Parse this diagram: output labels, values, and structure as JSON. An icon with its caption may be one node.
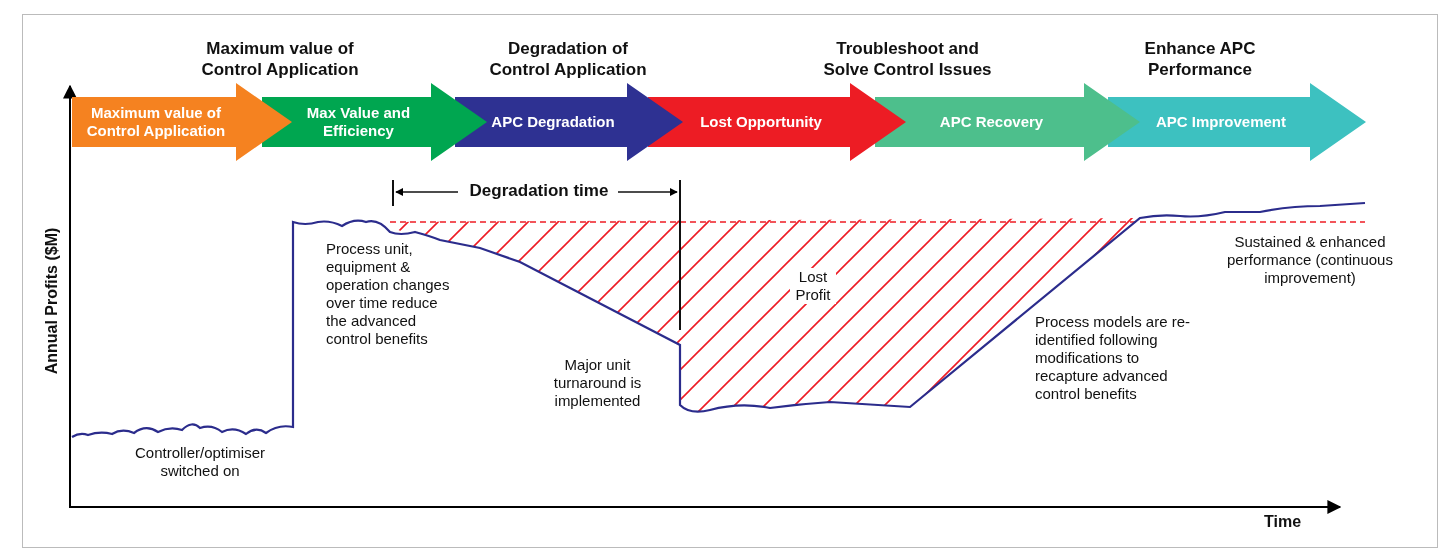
{
  "diagram": {
    "nodes": [
      {
        "text": [
          "Maximum value of Control Application"
        ]
      },
      {
        "text": [
          "Max Value and Efficiency"
        ]
      },
      {
        "text": [
          "APC Degradation"
        ]
      },
      {
        "text": [
          "Lost Opportunity"
        ]
      },
      {
        "text": [
          "APC Recovery"
        ]
      },
      {
        "text": [
          "APC Improvement"
        ]
      }
    ],
    "edges": [],
    "labels": [
      "Maximum value of Control Application",
      "Degradation of Control Application",
      "Troubleshoot and Solve Control Issues",
      "Enhance APC Performance",
      "Degradation time",
      "Annual Profits ($M)",
      "Process unit, equipment & operation changes over time reduce the advanced control benefits",
      "Lost Profit",
      "Sustained & enhanced performance (continuous improvement)",
      "Process models are re-identified following modifications to recapture advanced control benefits",
      "Major unit turnaround is implemented",
      "Controller/optimiser switched on",
      "Time"
    ]
  }
}
